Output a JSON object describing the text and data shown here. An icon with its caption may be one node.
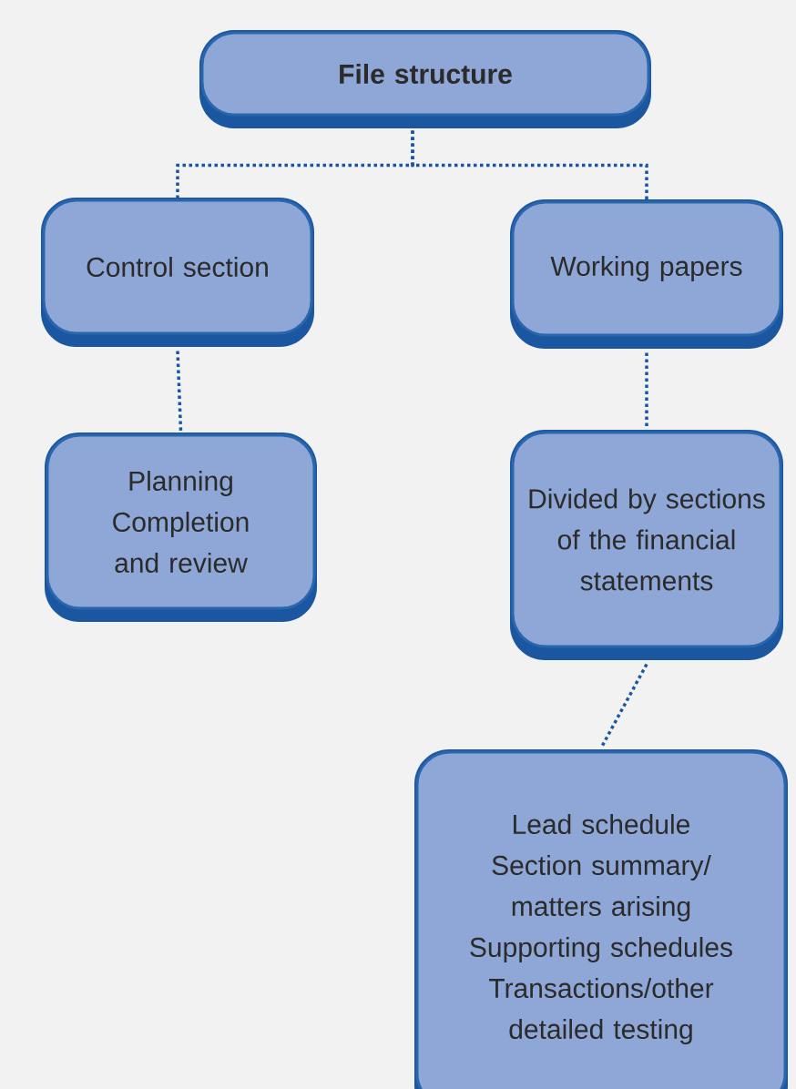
{
  "diagram": {
    "nodes": [
      {
        "text": [
          "File structure"
        ]
      },
      {
        "text": [
          "Control section"
        ]
      },
      {
        "text": [
          "Working papers"
        ]
      },
      {
        "text": [
          "Planning Completion and review"
        ]
      },
      {
        "text": [
          "Divided by sections of the financial statements"
        ]
      },
      {
        "text": [
          "Lead schedule Section summary/ matters arising Supporting schedules Transactions/other detailed testing"
        ]
      }
    ],
    "edges": [
      {
        "from": 0,
        "to": 1,
        "arrow": "none",
        "style": "dashed"
      },
      {
        "from": 0,
        "to": 2,
        "arrow": "none",
        "style": "dashed"
      },
      {
        "from": 1,
        "to": 3,
        "arrow": "none",
        "style": "dashed"
      },
      {
        "from": 2,
        "to": 4,
        "arrow": "none",
        "style": "dashed"
      },
      {
        "from": 4,
        "to": 5,
        "arrow": "none",
        "style": "dashed"
      }
    ]
  }
}
